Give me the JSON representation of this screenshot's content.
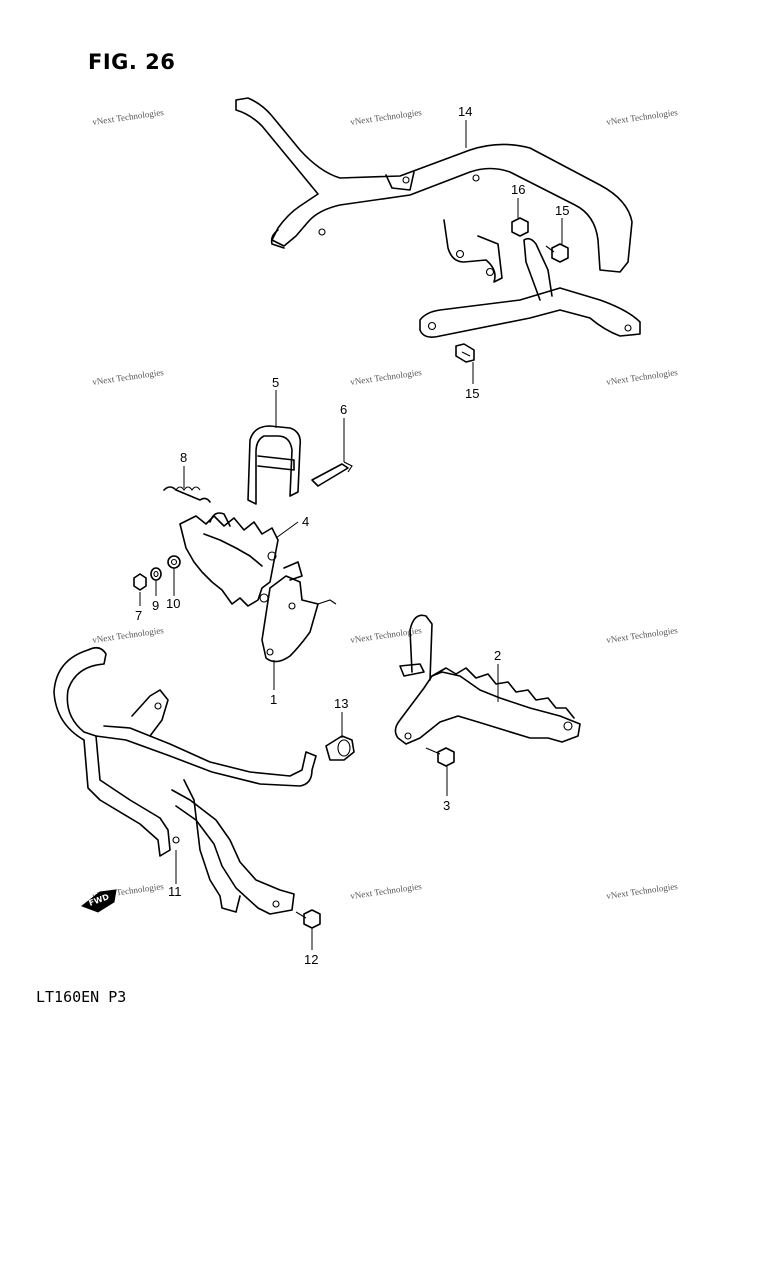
{
  "figure": {
    "title": "FIG. 26",
    "model_code": "LT160EN P3",
    "watermark_text": "vNext Technologies",
    "forward_label": "FWD"
  },
  "callouts": [
    {
      "id": "1",
      "label": "1"
    },
    {
      "id": "2",
      "label": "2"
    },
    {
      "id": "3",
      "label": "3"
    },
    {
      "id": "4",
      "label": "4"
    },
    {
      "id": "5",
      "label": "5"
    },
    {
      "id": "6",
      "label": "6"
    },
    {
      "id": "7",
      "label": "7"
    },
    {
      "id": "8",
      "label": "8"
    },
    {
      "id": "9",
      "label": "9"
    },
    {
      "id": "10",
      "label": "10"
    },
    {
      "id": "11",
      "label": "11"
    },
    {
      "id": "12",
      "label": "12"
    },
    {
      "id": "13",
      "label": "13"
    },
    {
      "id": "14",
      "label": "14"
    },
    {
      "id": "15a",
      "label": "15"
    },
    {
      "id": "15b",
      "label": "15"
    },
    {
      "id": "16",
      "label": "16"
    }
  ]
}
